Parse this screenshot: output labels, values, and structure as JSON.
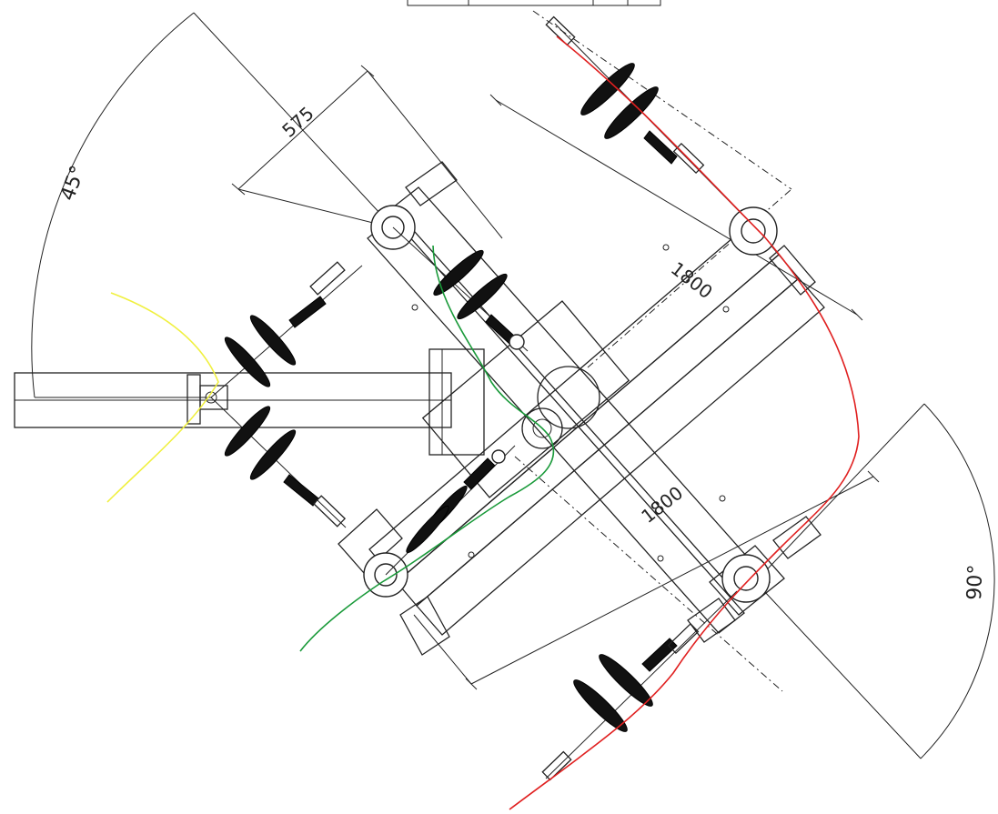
{
  "drawing": {
    "dimensions": {
      "angle_left": "45°",
      "angle_right": "90°",
      "spacing": "575",
      "length_upper": "1800",
      "length_lower": "1800"
    },
    "colors": {
      "line": "#222222",
      "insulator": "#111111",
      "cable_red": "#e02020",
      "cable_green": "#1a9a3a",
      "cable_yellow": "#f0f040"
    }
  }
}
